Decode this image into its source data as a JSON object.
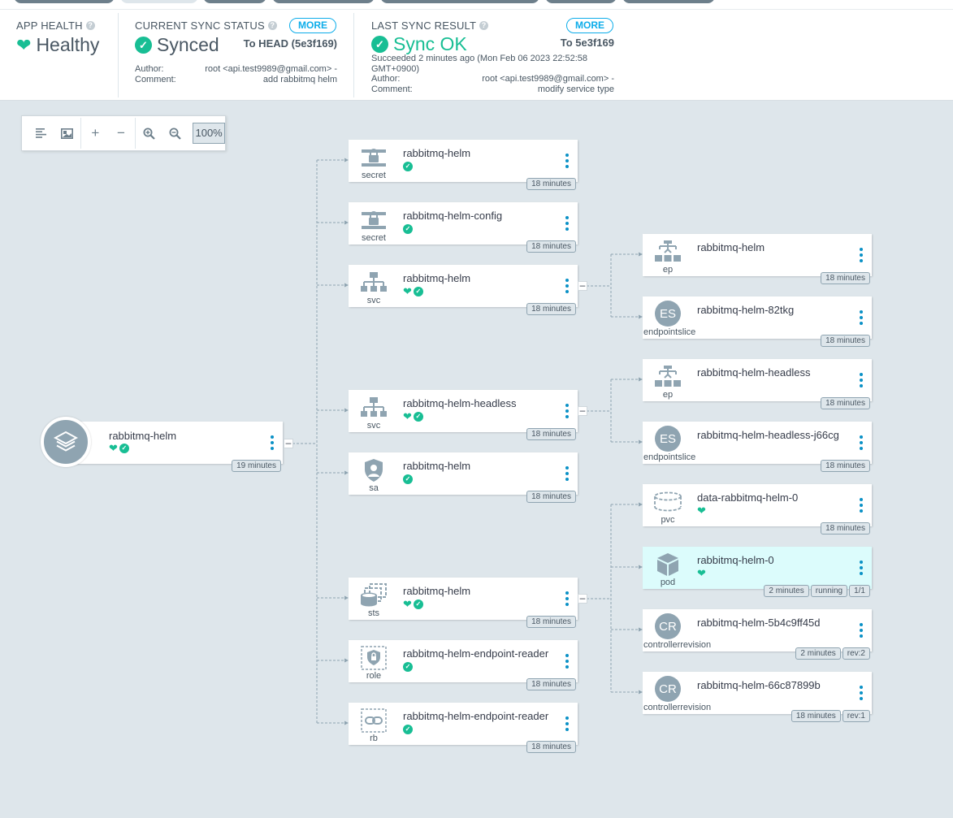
{
  "app_health": {
    "title": "APP HEALTH",
    "value": "Healthy"
  },
  "sync_status": {
    "title": "CURRENT SYNC STATUS",
    "more": "MORE",
    "value": "Synced",
    "revision": "To HEAD (5e3f169)",
    "author_label": "Author:",
    "author": "root <api.test9989@gmail.com> -",
    "comment_label": "Comment:",
    "comment": "add rabbitmq helm"
  },
  "last_sync": {
    "title": "LAST SYNC RESULT",
    "more": "MORE",
    "value": "Sync OK",
    "revision": "To 5e3f169",
    "succeeded": "Succeeded 2 minutes ago (Mon Feb 06 2023 22:52:58",
    "succeeded2": "GMT+0900)",
    "author_label": "Author:",
    "author": "root <api.test9989@gmail.com> -",
    "comment_label": "Comment:",
    "comment": "modify service type"
  },
  "toolbar": {
    "zoom": "100%"
  },
  "root": {
    "name": "rabbitmq-helm",
    "age": "19 minutes"
  },
  "nodes": {
    "secret1": {
      "name": "rabbitmq-helm",
      "kind": "secret",
      "age": "18 minutes"
    },
    "secret2": {
      "name": "rabbitmq-helm-config",
      "kind": "secret",
      "age": "18 minutes"
    },
    "svc1": {
      "name": "rabbitmq-helm",
      "kind": "svc",
      "age": "18 minutes"
    },
    "svc2": {
      "name": "rabbitmq-helm-headless",
      "kind": "svc",
      "age": "18 minutes"
    },
    "sa": {
      "name": "rabbitmq-helm",
      "kind": "sa",
      "age": "18 minutes"
    },
    "sts": {
      "name": "rabbitmq-helm",
      "kind": "sts",
      "age": "18 minutes"
    },
    "role": {
      "name": "rabbitmq-helm-endpoint-reader",
      "kind": "role",
      "age": "18 minutes"
    },
    "rb": {
      "name": "rabbitmq-helm-endpoint-reader",
      "kind": "rb",
      "age": "18 minutes"
    },
    "ep1": {
      "name": "rabbitmq-helm",
      "kind": "ep",
      "age": "18 minutes"
    },
    "es1": {
      "name": "rabbitmq-helm-82tkg",
      "kind": "endpointslice",
      "avatar": "ES",
      "age": "18 minutes"
    },
    "ep2": {
      "name": "rabbitmq-helm-headless",
      "kind": "ep",
      "age": "18 minutes"
    },
    "es2": {
      "name": "rabbitmq-helm-headless-j66cg",
      "kind": "endpointslice",
      "avatar": "ES",
      "age": "18 minutes"
    },
    "pvc": {
      "name": "data-rabbitmq-helm-0",
      "kind": "pvc",
      "age": "18 minutes"
    },
    "pod": {
      "name": "rabbitmq-helm-0",
      "kind": "pod",
      "age": "2 minutes",
      "state": "running",
      "ready": "1/1"
    },
    "cr1": {
      "name": "rabbitmq-helm-5b4c9ff45d",
      "kind": "controllerrevision",
      "avatar": "CR",
      "age": "2 minutes",
      "rev": "rev:2"
    },
    "cr2": {
      "name": "rabbitmq-helm-66c87899b",
      "kind": "controllerrevision",
      "avatar": "CR",
      "age": "18 minutes",
      "rev": "rev:1"
    }
  },
  "colors": {
    "healthy": "#18be94",
    "link": "#0dadea",
    "kebab": "#0a91c6",
    "icon": "#8fa4b1"
  }
}
